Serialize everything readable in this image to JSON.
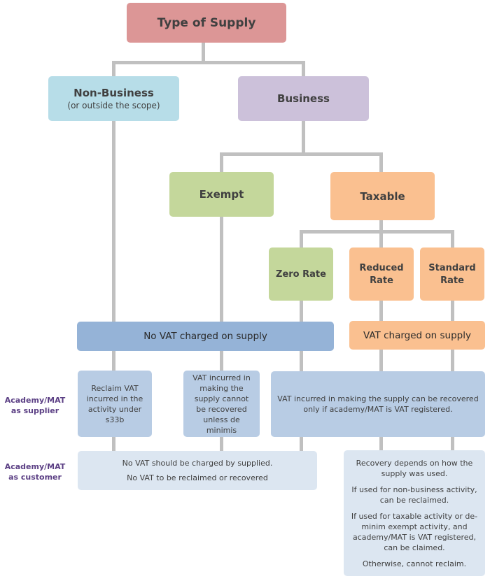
{
  "diagram": {
    "root": {
      "label": "Type of Supply",
      "color": "#dc9696"
    },
    "non_business": {
      "label": "Non-Business",
      "sublabel": "(or outside the scope)",
      "color": "#b7dde8"
    },
    "business": {
      "label": "Business",
      "color": "#ccc1da"
    },
    "exempt": {
      "label": "Exempt",
      "color": "#c4d79b"
    },
    "taxable": {
      "label": "Taxable",
      "color": "#fac090"
    },
    "zero_rate": {
      "label": "Zero Rate",
      "color": "#c4d79b"
    },
    "reduced_rate": {
      "label_line1": "Reduced",
      "label_line2": "Rate",
      "color": "#fac090"
    },
    "standard_rate": {
      "label_line1": "Standard",
      "label_line2": "Rate",
      "color": "#fac090"
    },
    "no_vat_charged": {
      "label": "No VAT charged on supply",
      "color": "#95b3d7"
    },
    "vat_charged": {
      "label": "VAT charged on supply",
      "color": "#fac090"
    },
    "row_labels": {
      "supplier_line1": "Academy/MAT",
      "supplier_line2": "as supplier",
      "customer_line1": "Academy/MAT",
      "customer_line2": "as customer"
    },
    "supplier_row": {
      "non_business": "Reclaim VAT incurred in the activity under s33b",
      "exempt": "VAT incurred in making the supply cannot be recovered unless de minimis",
      "taxable": "VAT incurred in making the supply can be recovered only if academy/MAT is VAT registered.",
      "color": "#b8cce4"
    },
    "customer_row": {
      "no_vat": {
        "line1": "No VAT should be charged by supplied.",
        "line2": "No VAT to be reclaimed or recovered"
      },
      "vat": {
        "p1": "Recovery depends on how the supply was used.",
        "p2": "If used for non-business activity, can be reclaimed.",
        "p3": "If used for taxable activity or de-minim exempt activity, and academy/MAT is VAT registered, can be claimed.",
        "p4": "Otherwise, cannot reclaim."
      },
      "color": "#dce6f1"
    },
    "connector_color": "#c0c0c0"
  }
}
